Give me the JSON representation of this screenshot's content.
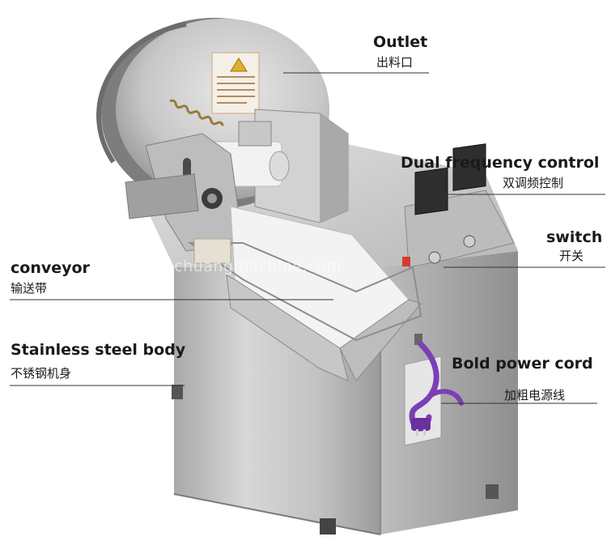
{
  "labels": {
    "outlet": {
      "en": "Outlet",
      "zh": "出料口"
    },
    "dual_frequency": {
      "en": "Dual frequency control",
      "zh": "双调频控制"
    },
    "switch": {
      "en": "switch",
      "zh": "开关"
    },
    "conveyor": {
      "en": "conveyor",
      "zh": "输送带"
    },
    "stainless_body": {
      "en": "Stainless steel body",
      "zh": "不锈钢机身"
    },
    "power_cord": {
      "en": "Bold power cord",
      "zh": "加粗电源线"
    }
  },
  "watermark": "hanchuangmachine.com",
  "colors": {
    "background": "#ffffff",
    "steel_light": "#d9d9d9",
    "steel_mid": "#b3b3b3",
    "steel_dark": "#8c8c8c",
    "conveyor_belt": "#f2f2f2",
    "power_cord": "#7b3fb5",
    "leader_line": "#333333",
    "label_text": "#1a1a1a"
  }
}
